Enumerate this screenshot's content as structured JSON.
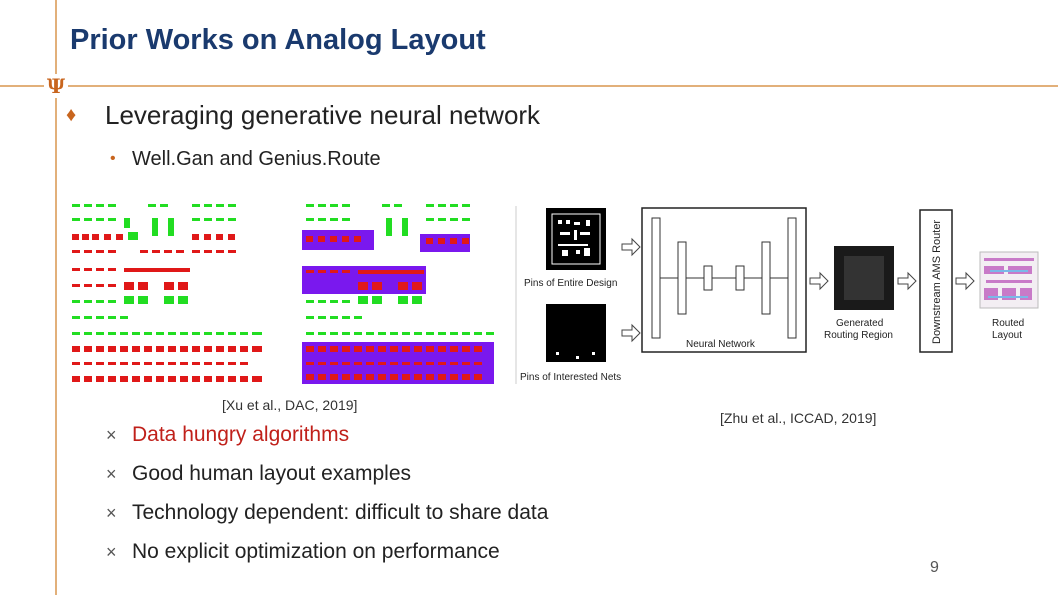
{
  "slide": {
    "title": "Prior Works on Analog Layout",
    "bullet_main": "Leveraging generative neural network",
    "bullet_sub": "Well.Gan and Genius.Route",
    "citation_left": "[Xu et al., DAC, 2019]",
    "citation_right": "[Zhu et al., ICCAD, 2019]",
    "items": [
      {
        "text": "Data hungry algorithms",
        "color": "#c0201a"
      },
      {
        "text": "Good human layout examples",
        "color": "#222222"
      },
      {
        "text": "Technology dependent: difficult to share data",
        "color": "#222222"
      },
      {
        "text": "No explicit optimization on performance",
        "color": "#222222"
      }
    ],
    "item_marker": "×",
    "page_number": "9",
    "logo_glyph": "Ψ",
    "accent_color": "#c8651e",
    "title_color": "#1a3a6e"
  },
  "figure_right": {
    "pins_entire": "Pins of Entire Design",
    "pins_nets": "Pins of Interested Nets",
    "neural_network": "Neural Network",
    "gen_line1": "Generated",
    "gen_line2": "Routing Region",
    "router": "Downstream AMS Router",
    "routed_line1": "Routed",
    "routed_line2": "Layout"
  }
}
